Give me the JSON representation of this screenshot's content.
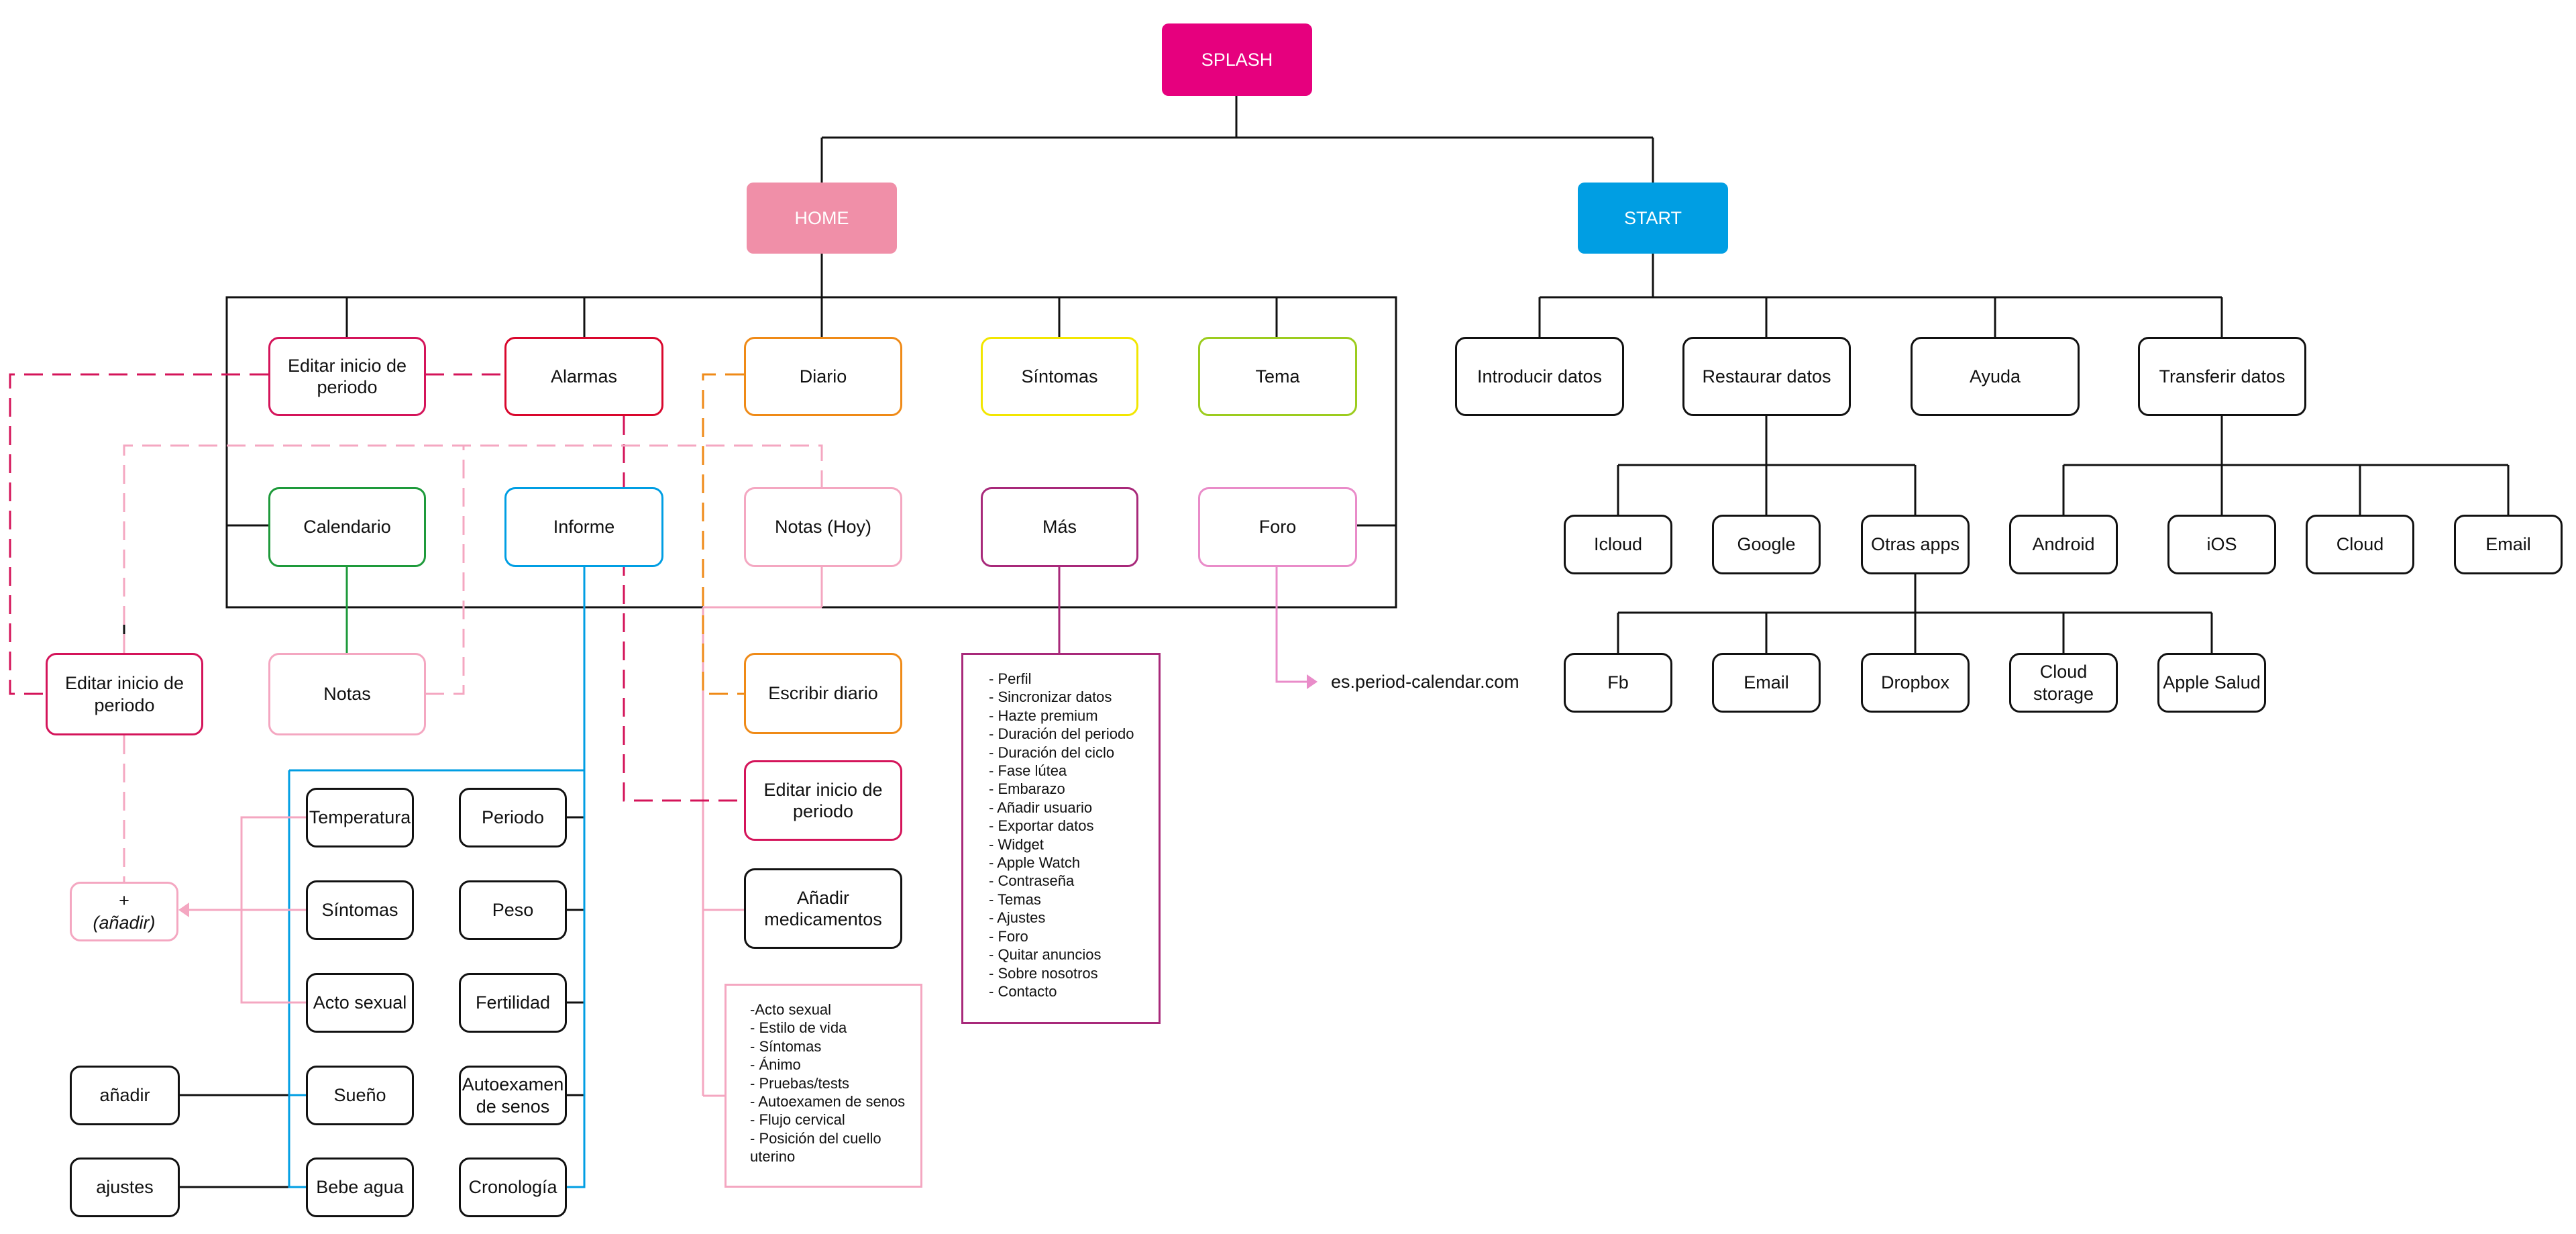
{
  "colors": {
    "black": "#111111",
    "magenta": "#e6007e",
    "pink": "#f08fb0",
    "light_pink": "#f4a7c1",
    "blue": "#009ee3",
    "orange": "#ef8a17",
    "yellow": "#f2e600",
    "lime": "#9ccc1e",
    "green": "#1e9a3b",
    "crimson": "#d4145a",
    "purple": "#a8297a",
    "splash_fill": "#e6007e",
    "home_fill": "#f08fa8",
    "start_fill": "#009ee3"
  },
  "top": {
    "splash": "SPLASH",
    "home": "HOME",
    "start": "START"
  },
  "home": {
    "editar_inicio": [
      "Editar inicio de",
      "periodo"
    ],
    "alarmas": "Alarmas",
    "diario": "Diario",
    "sintomas": "Síntomas",
    "tema": "Tema",
    "calendario": "Calendario",
    "informe": "Informe",
    "notas_hoy": "Notas (Hoy)",
    "mas": "Más",
    "foro": "Foro",
    "foro_url": "es.period-calendar.com"
  },
  "calendar_branch": {
    "editar_inicio": [
      "Editar inicio de",
      "periodo"
    ],
    "notas": "Notas",
    "anadir_plus": "+",
    "anadir_label": "(añadir)",
    "anadir": "añadir",
    "ajustes": "ajustes"
  },
  "informe_items": {
    "left": [
      "Temperatura",
      "Síntomas",
      "Acto sexual",
      "Sueño",
      "Bebe agua"
    ],
    "right": [
      "Periodo",
      "Peso",
      "Fertilidad",
      [
        "Autoexamen",
        "de senos"
      ],
      "Cronología"
    ]
  },
  "diario_branch": {
    "escribir": "Escribir diario",
    "editar_inicio": [
      "Editar inicio de",
      "periodo"
    ],
    "medicamentos": [
      "Añadir",
      "medicamentos"
    ],
    "list": [
      "-Acto sexual",
      "- Estilo de vida",
      "- Síntomas",
      "- Ánimo",
      "- Pruebas/tests",
      "- Autoexamen de senos",
      "- Flujo cervical",
      "- Posición del cuello",
      "uterino"
    ]
  },
  "mas_list": [
    "- Perfil",
    "- Sincronizar datos",
    "- Hazte premium",
    "- Duración del periodo",
    "- Duración del ciclo",
    "- Fase lútea",
    "- Embarazo",
    "- Añadir usuario",
    "- Exportar datos",
    "- Widget",
    "- Apple Watch",
    "- Contraseña",
    "- Temas",
    "- Ajustes",
    "- Foro",
    "- Quitar anuncios",
    "- Sobre nosotros",
    "- Contacto"
  ],
  "start": {
    "introducir": "Introducir datos",
    "restaurar": "Restaurar datos",
    "ayuda": "Ayuda",
    "transferir": "Transferir datos",
    "restaurar_children": [
      "Icloud",
      "Google",
      "Otras apps"
    ],
    "otras_apps_children": [
      "Fb",
      "Email",
      "Dropbox",
      [
        "Cloud",
        "storage"
      ],
      "Apple Salud"
    ],
    "transferir_children": [
      "Android",
      "iOS",
      "Cloud",
      "Email"
    ]
  }
}
